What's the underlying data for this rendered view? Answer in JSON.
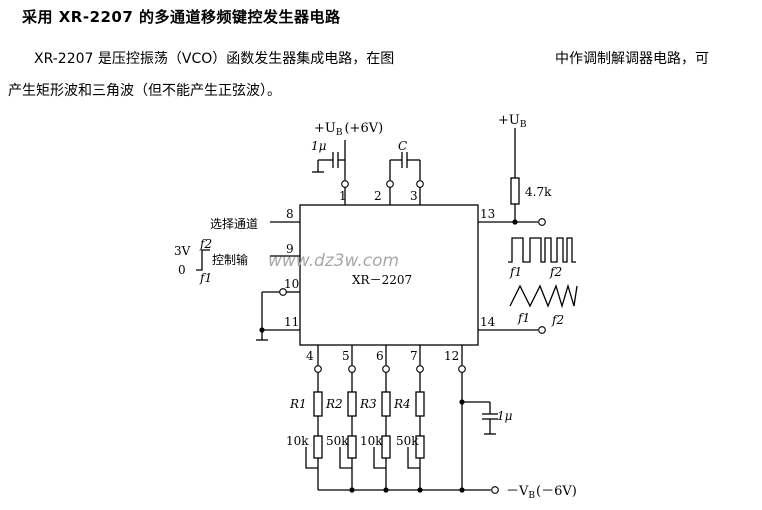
{
  "title": "采用 XR-2207 的多通道移频键控发生器电路",
  "paragraph": {
    "line1_left": "XR-2207 是压控振荡（VCO）函数发生器集成电路，在图",
    "line1_right": "中作调制解调器电路，可",
    "line2": "产生矩形波和三角波（但不能产生正弦波）。"
  },
  "diagram": {
    "ic_label": "XR－2207",
    "watermark": "www.dz3w.com",
    "pins": [
      "1",
      "2",
      "3",
      "4",
      "5",
      "6",
      "7",
      "8",
      "9",
      "10",
      "11",
      "12",
      "13",
      "14"
    ],
    "supply_pos_label": "+U",
    "supply_pos_sub": "B",
    "supply_pos_value": "(+6V)",
    "supply_right_label": "+U",
    "supply_right_sub": "B",
    "supply_neg_label": "－V",
    "supply_neg_sub": "B",
    "supply_neg_value": "(－6V)",
    "cap_1u_top": "1μ",
    "cap_c": "C",
    "cap_1u_bottom": "1μ",
    "res_pullup": "4.7k",
    "select_channel": "选择通道",
    "control_input": "控制输",
    "voltage_3v": "3V",
    "voltage_0": "0",
    "f1": "f1",
    "f2": "f2",
    "resistors": [
      "R1",
      "R2",
      "R3",
      "R4"
    ],
    "pots": [
      "10k",
      "50k",
      "10k",
      "50k"
    ]
  }
}
